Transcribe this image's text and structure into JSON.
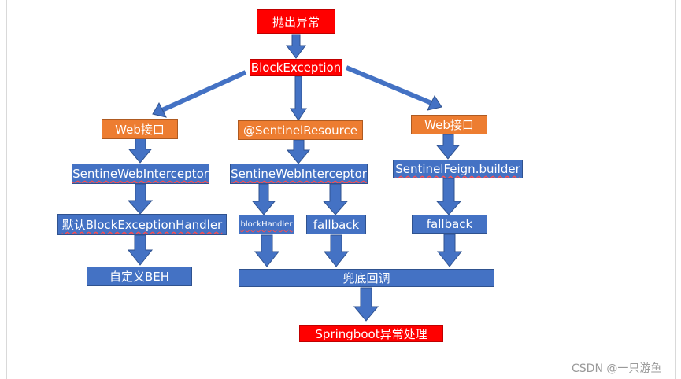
{
  "nodes": {
    "throw_exception": "抛出异常",
    "block_exception": "BlockException",
    "web_api_left": "Web接口",
    "sentinel_resource": "@SentinelResource",
    "web_api_right": "Web接口",
    "sentinel_web_interceptor_left": "SentineWebInterceptor",
    "sentinel_web_interceptor_mid": "SentineWebInterceptor",
    "sentinel_feign_builder": "SentinelFeign.builder",
    "default_handler": "默认BlockExceptionHandler",
    "block_handler": "blockHandler",
    "fallback_mid": "fallback",
    "fallback_right": "fallback",
    "custom_beh": "自定义BEH",
    "catch_all_callback": "兜底回调",
    "springboot_exception": "Springboot异常处理"
  },
  "watermark": "CSDN @一只游鱼",
  "colors": {
    "red": "#ff0000",
    "orange": "#ed7d31",
    "blue": "#4472c4",
    "arrow": "#4472c4"
  }
}
